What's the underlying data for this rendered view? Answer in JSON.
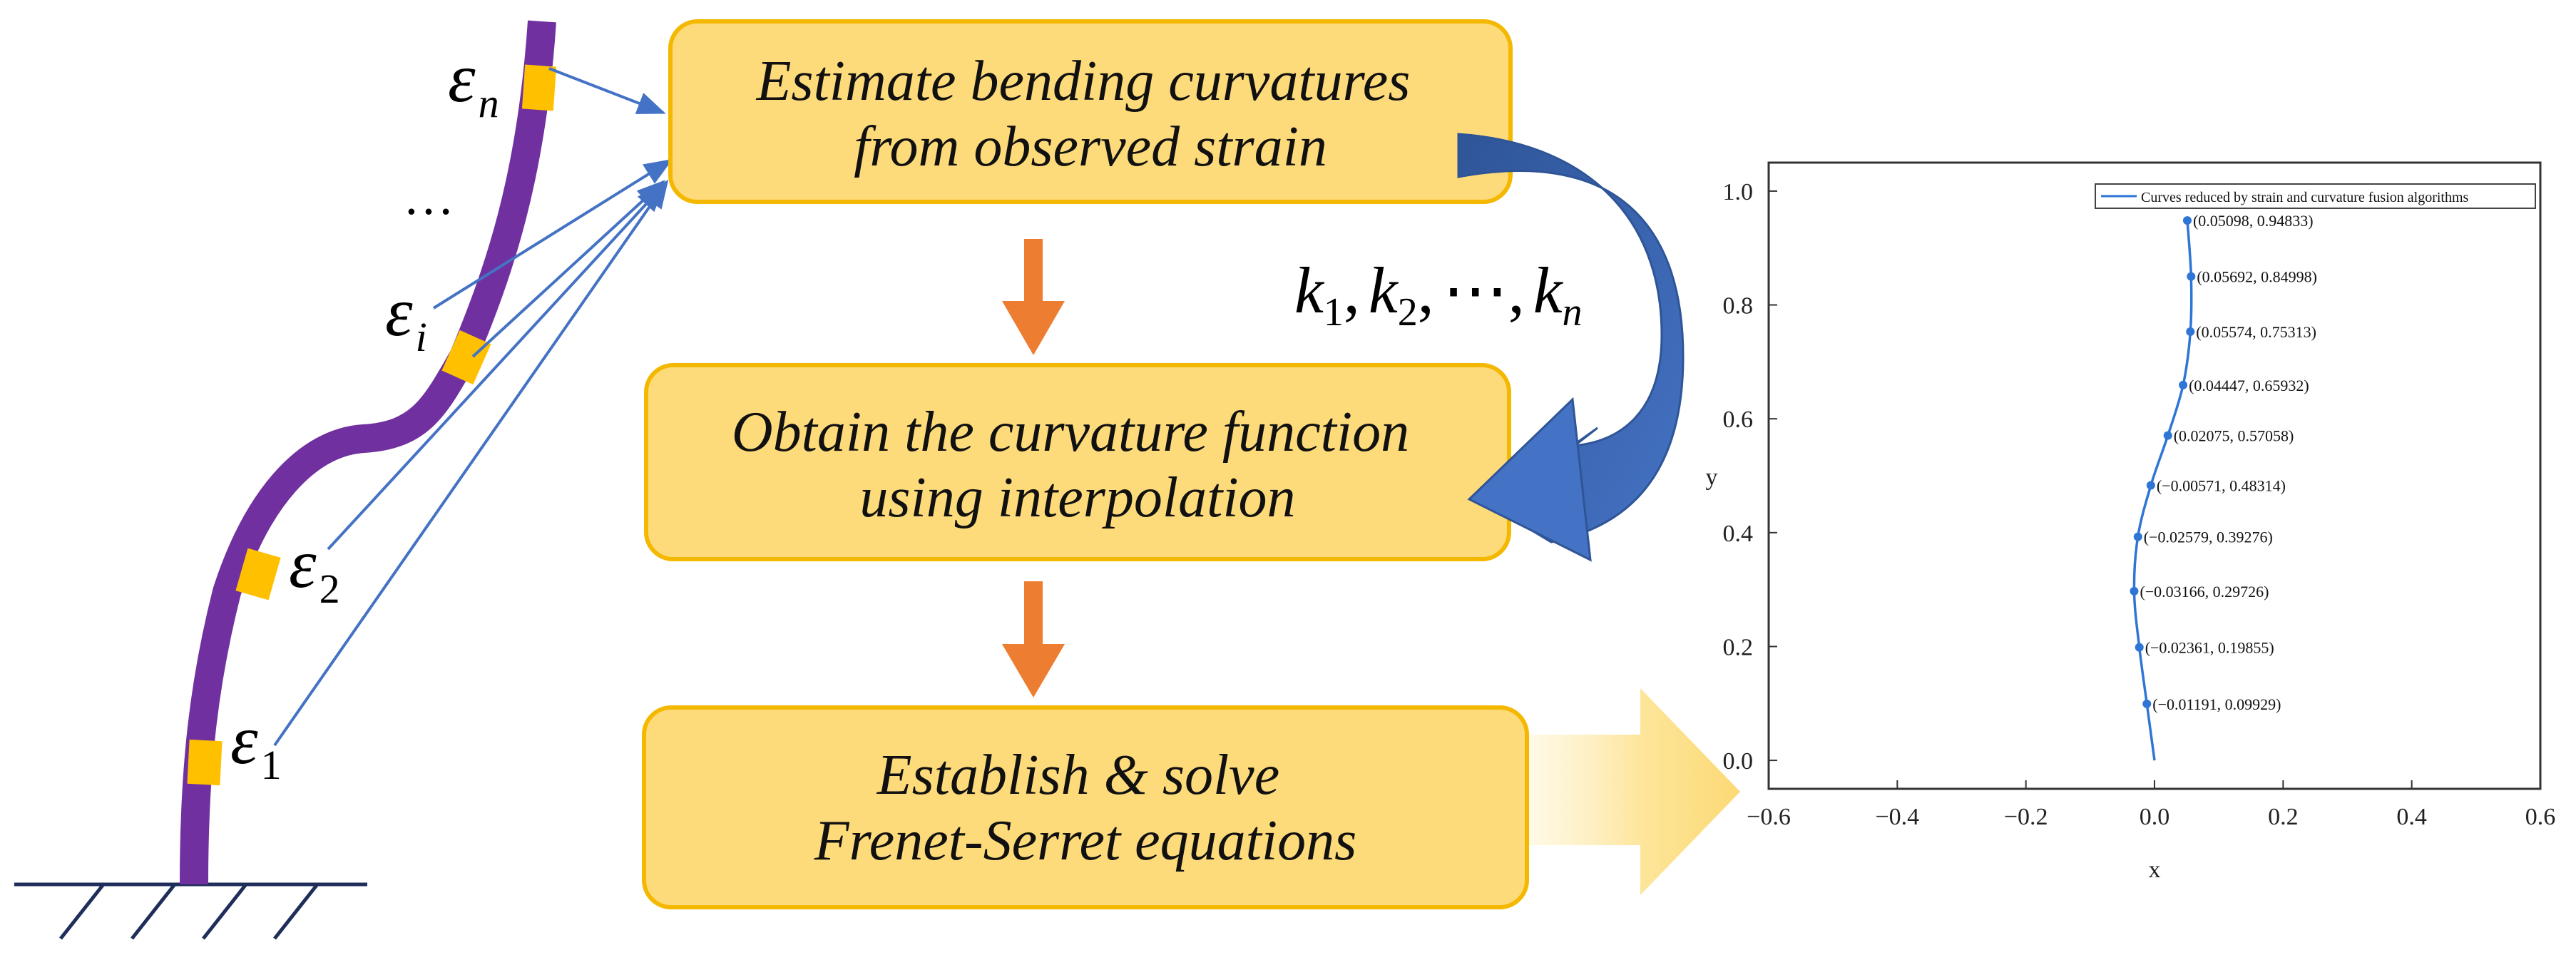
{
  "colors": {
    "box_fill": "#FEDB7A",
    "box_border": "#F5B800",
    "rod": "#7030A0",
    "sensor": "#FFC000",
    "arrow_orange": "#ED7D31",
    "curved_arrow": "#4472C4",
    "curved_arrow_dark": "#2F5597",
    "connector": "#4472C4",
    "curve_blue": "#2E75D6"
  },
  "flowchart": {
    "box1": [
      "Estimate bending curvatures",
      "from observed strain"
    ],
    "box2": [
      "Obtain the curvature function",
      "using interpolation"
    ],
    "box3": [
      "Establish & solve",
      "Frenet-Serret equations"
    ],
    "curvature_list": {
      "k": "k",
      "subs": [
        "1",
        "2",
        "n"
      ],
      "sep": ",",
      "dots": "⋯"
    }
  },
  "rod": {
    "epsilon_symbol": "ε",
    "labels": [
      {
        "name": "epsilon-n",
        "sub": "n"
      },
      {
        "name": "epsilon-i",
        "sub": "i"
      },
      {
        "name": "epsilon-2",
        "sub": "2"
      },
      {
        "name": "epsilon-1",
        "sub": "1"
      }
    ],
    "ellipsis": "…"
  },
  "chart_data": {
    "type": "line",
    "legend": "Curves reduced by strain and curvature fusion algorithms",
    "legend_position": "top-right",
    "xlabel": "x",
    "ylabel": "y",
    "xlim": [
      -0.6,
      0.6
    ],
    "ylim": [
      -0.05,
      1.05
    ],
    "xticks": [
      "−0.6",
      "−0.4",
      "−0.2",
      "0.0",
      "0.2",
      "0.4",
      "0.6"
    ],
    "xtick_values": [
      -0.6,
      -0.4,
      -0.2,
      0.0,
      0.2,
      0.4,
      0.6
    ],
    "yticks": [
      "0.0",
      "0.2",
      "0.4",
      "0.6",
      "0.8",
      "1.0"
    ],
    "ytick_values": [
      0.0,
      0.2,
      0.4,
      0.6,
      0.8,
      1.0
    ],
    "curve": {
      "x": [
        0.0,
        -0.01191,
        -0.02361,
        -0.03166,
        -0.02579,
        -0.00571,
        0.02075,
        0.04447,
        0.05574,
        0.05692,
        0.05098
      ],
      "y": [
        0.0,
        0.09929,
        0.19855,
        0.29726,
        0.39276,
        0.48314,
        0.57058,
        0.65932,
        0.75313,
        0.84998,
        0.94833
      ]
    },
    "points": [
      {
        "x": -0.01191,
        "y": 0.09929,
        "label": "(−0.01191, 0.09929)"
      },
      {
        "x": -0.02361,
        "y": 0.19855,
        "label": "(−0.02361, 0.19855)"
      },
      {
        "x": -0.03166,
        "y": 0.29726,
        "label": "(−0.03166, 0.29726)"
      },
      {
        "x": -0.02579,
        "y": 0.39276,
        "label": "(−0.02579, 0.39276)"
      },
      {
        "x": -0.00571,
        "y": 0.48314,
        "label": "(−0.00571, 0.48314)"
      },
      {
        "x": 0.02075,
        "y": 0.57058,
        "label": "(0.02075, 0.57058)"
      },
      {
        "x": 0.04447,
        "y": 0.65932,
        "label": "(0.04447, 0.65932)"
      },
      {
        "x": 0.05574,
        "y": 0.75313,
        "label": "(0.05574, 0.75313)"
      },
      {
        "x": 0.05692,
        "y": 0.84998,
        "label": "(0.05692, 0.84998)"
      },
      {
        "x": 0.05098,
        "y": 0.94833,
        "label": "(0.05098, 0.94833)"
      }
    ]
  }
}
